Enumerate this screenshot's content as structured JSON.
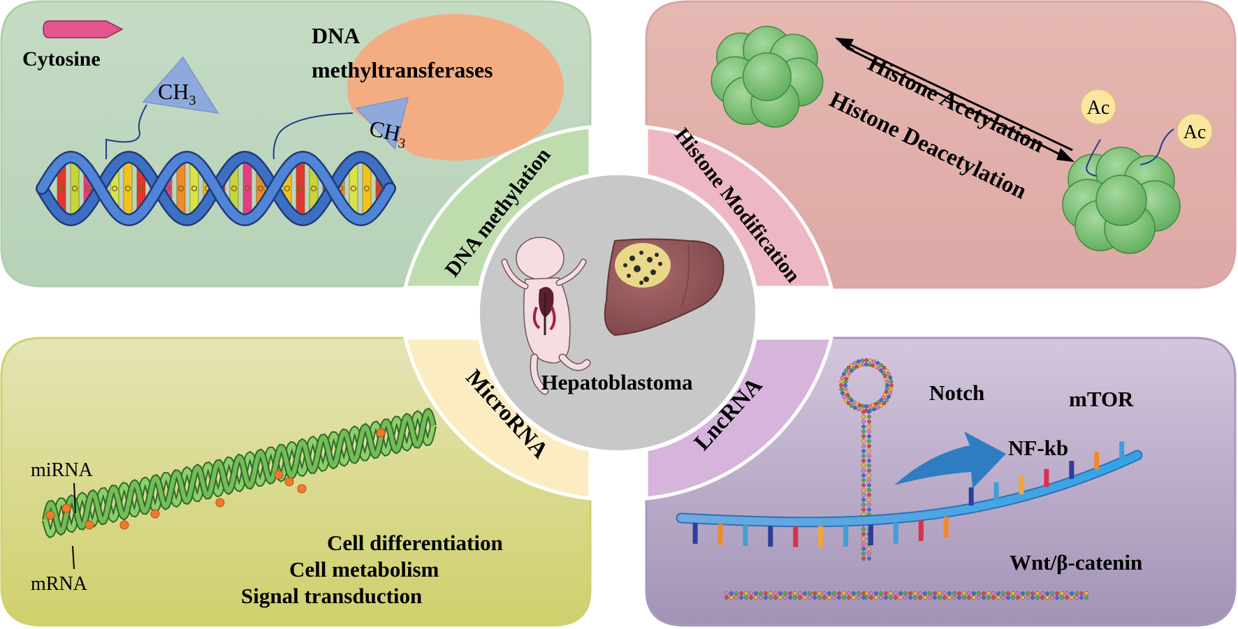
{
  "center": {
    "title": "Hepatoblastoma"
  },
  "ring": {
    "dna_methylation": "DNA methylation",
    "histone_modification": "Histone Modification",
    "microrna": "MicroRNA",
    "lncrna": "LncRNA"
  },
  "panel_dna": {
    "cytosine": "Cytosine",
    "enzyme_line1": "DNA",
    "enzyme_line2": "methyltransferases",
    "methyl_main": "CH",
    "methyl_sub": "3"
  },
  "panel_histone": {
    "acetylation": "Histone Acetylation",
    "deacetylation": "Histone Deacetylation",
    "ac": "Ac"
  },
  "panel_mirna": {
    "mirna": "miRNA",
    "mrna": "mRNA",
    "functions": [
      "Cell differentiation",
      "Cell metabolism",
      "Signal transduction"
    ]
  },
  "panel_lncrna": {
    "pathways": [
      "Notch",
      "mTOR",
      "NF-kb",
      "Wnt/β-catenin"
    ]
  },
  "colors": {
    "dna_panel": "#c9ddc6",
    "histone_panel": "#e3b2ae",
    "mirna_panel": "#dcdd99",
    "lncrna_panel": "#b6a7c9",
    "center_circle": "#c6c6c6",
    "ring_dna": "#bfdcae",
    "ring_histone": "#eeb7c4",
    "ring_mirna": "#fbecc2",
    "ring_lncrna": "#d6b4dc"
  }
}
